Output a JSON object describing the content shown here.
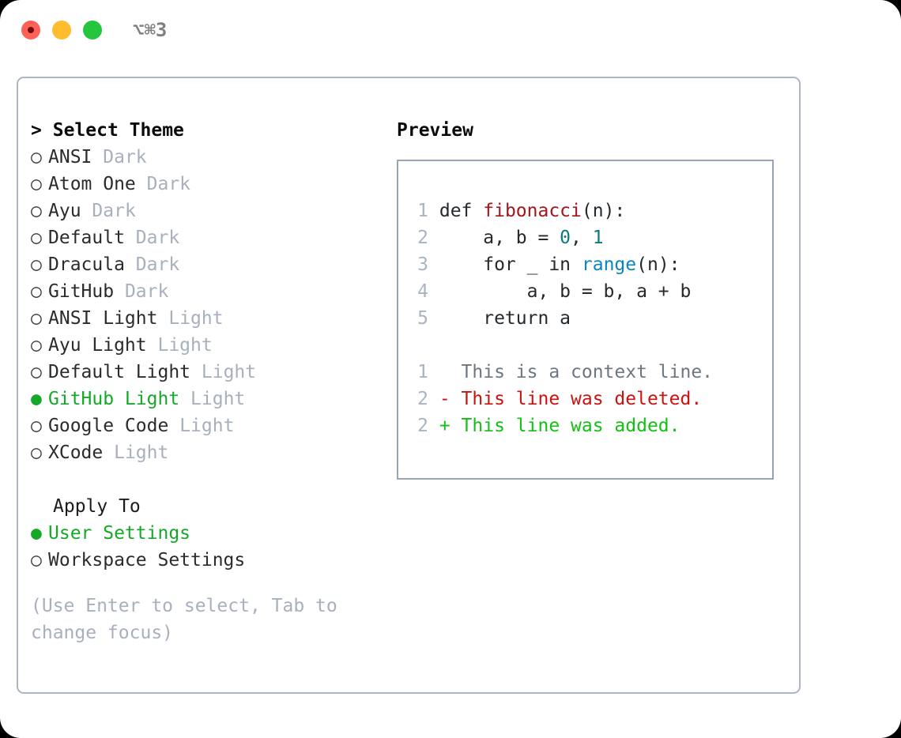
{
  "window": {
    "title": "⌥⌘3",
    "traffic_lights": [
      "close-red",
      "minimize-yellow",
      "maximize-green"
    ],
    "border_color": "#aeb6c2"
  },
  "theme_list": {
    "prompt": ">",
    "heading": "Select Theme",
    "selected_index": 9,
    "bullet_unselected": "○",
    "bullet_selected": "●",
    "items": [
      {
        "name": "ANSI",
        "kind": "Dark",
        "selected": false
      },
      {
        "name": "Atom One",
        "kind": "Dark",
        "selected": false
      },
      {
        "name": "Ayu",
        "kind": "Dark",
        "selected": false
      },
      {
        "name": "Default",
        "kind": "Dark",
        "selected": false
      },
      {
        "name": "Dracula",
        "kind": "Dark",
        "selected": false
      },
      {
        "name": "GitHub",
        "kind": "Dark",
        "selected": false
      },
      {
        "name": "ANSI Light",
        "kind": "Light",
        "selected": false
      },
      {
        "name": "Ayu Light",
        "kind": "Light",
        "selected": false
      },
      {
        "name": "Default Light",
        "kind": "Light",
        "selected": false
      },
      {
        "name": "GitHub Light",
        "kind": "Light",
        "selected": true
      },
      {
        "name": "Google Code",
        "kind": "Light",
        "selected": false
      },
      {
        "name": "XCode",
        "kind": "Light",
        "selected": false
      }
    ]
  },
  "apply_to": {
    "heading": "Apply To",
    "options": [
      {
        "label": "User Settings",
        "selected": true
      },
      {
        "label": "Workspace Settings",
        "selected": false
      }
    ]
  },
  "hint": "(Use Enter to select, Tab to change focus)",
  "preview": {
    "title": "Preview",
    "code_lines": [
      {
        "num": "1",
        "tokens": [
          {
            "t": " def ",
            "c": "kw"
          },
          {
            "t": "fibonacci",
            "c": "fn"
          },
          {
            "t": "(n):",
            "c": "plain"
          }
        ]
      },
      {
        "num": "2",
        "tokens": [
          {
            "t": "     a, b = ",
            "c": "plain"
          },
          {
            "t": "0",
            "c": "num"
          },
          {
            "t": ", ",
            "c": "plain"
          },
          {
            "t": "1",
            "c": "num"
          }
        ]
      },
      {
        "num": "3",
        "tokens": [
          {
            "t": "     for _ in ",
            "c": "kw"
          },
          {
            "t": "range",
            "c": "call"
          },
          {
            "t": "(n):",
            "c": "plain"
          }
        ]
      },
      {
        "num": "4",
        "tokens": [
          {
            "t": "         a, b = b, a + b",
            "c": "plain"
          }
        ]
      },
      {
        "num": "5",
        "tokens": [
          {
            "t": "     return a",
            "c": "kw"
          }
        ]
      }
    ],
    "diff_lines": [
      {
        "num": "1",
        "marker": "  ",
        "text": "This is a context line.",
        "kind": "ctx"
      },
      {
        "num": "2",
        "marker": "- ",
        "text": "This line was deleted.",
        "kind": "del"
      },
      {
        "num": "2",
        "marker": "+ ",
        "text": "This line was added.",
        "kind": "add"
      }
    ]
  },
  "colors": {
    "accent_green": "#16a828",
    "muted": "#a8b0bd",
    "code_fn": "#a0161b",
    "code_num": "#0d7a7a",
    "code_call": "#0a84c4",
    "diff_del": "#cc1111",
    "diff_add": "#13c013"
  }
}
